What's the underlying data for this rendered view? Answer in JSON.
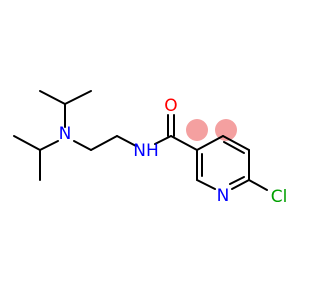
{
  "diagram": {
    "atom_labels": {
      "amine_n": "N",
      "amide_n": "NH",
      "carbonyl_o": "O",
      "ring_n": "N",
      "chlorine": "Cl"
    },
    "colors": {
      "amine_n": "#0000FF",
      "amide_n": "#0000FF",
      "carbonyl_o": "#FF0000",
      "ring_n": "#0000FF",
      "chlorine": "#00A000",
      "bond": "#000000",
      "aromatic_highlight": "#F4A0A0"
    }
  }
}
